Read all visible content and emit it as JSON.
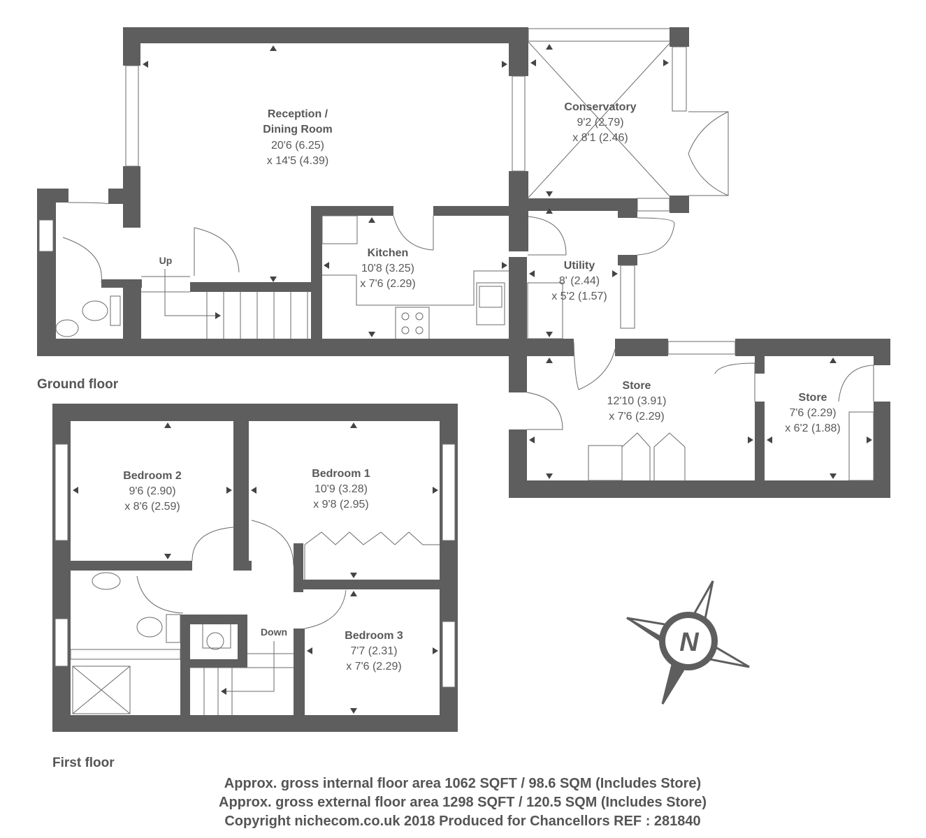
{
  "floors": {
    "ground_label": "Ground floor",
    "first_label": "First floor"
  },
  "rooms": {
    "reception": {
      "name1": "Reception /",
      "name2": "Dining Room",
      "dim1": "20'6 (6.25)",
      "dim2": "x 14'5 (4.39)"
    },
    "conservatory": {
      "name": "Conservatory",
      "dim1": "9'2 (2.79)",
      "dim2": "x 8'1 (2.46)"
    },
    "kitchen": {
      "name": "Kitchen",
      "dim1": "10'8 (3.25)",
      "dim2": "x 7'6 (2.29)"
    },
    "utility": {
      "name": "Utility",
      "dim1": "8' (2.44)",
      "dim2": "x 5'2 (1.57)"
    },
    "store1": {
      "name": "Store",
      "dim1": "12'10 (3.91)",
      "dim2": "x 7'6 (2.29)"
    },
    "store2": {
      "name": "Store",
      "dim1": "7'6 (2.29)",
      "dim2": "x 6'2 (1.88)"
    },
    "bedroom2": {
      "name": "Bedroom 2",
      "dim1": "9'6 (2.90)",
      "dim2": "x 8'6 (2.59)"
    },
    "bedroom1": {
      "name": "Bedroom 1",
      "dim1": "10'9 (3.28)",
      "dim2": "x 9'8 (2.95)"
    },
    "bedroom3": {
      "name": "Bedroom 3",
      "dim1": "7'7 (2.31)",
      "dim2": "x 7'6 (2.29)"
    }
  },
  "stairs": {
    "up": "Up",
    "down": "Down"
  },
  "compass": {
    "letter": "N"
  },
  "footer": {
    "line1": "Approx. gross internal floor area 1062 SQFT / 98.6 SQM (Includes Store)",
    "line2": "Approx. gross external floor area 1298 SQFT / 120.5 SQM (Includes Store)",
    "line3": "Copyright nichecom.co.uk 2018 Produced for Chancellors REF : 281840"
  },
  "colors": {
    "wall": "#5e5e5e",
    "text": "#585858",
    "line": "#6a6a6a"
  }
}
